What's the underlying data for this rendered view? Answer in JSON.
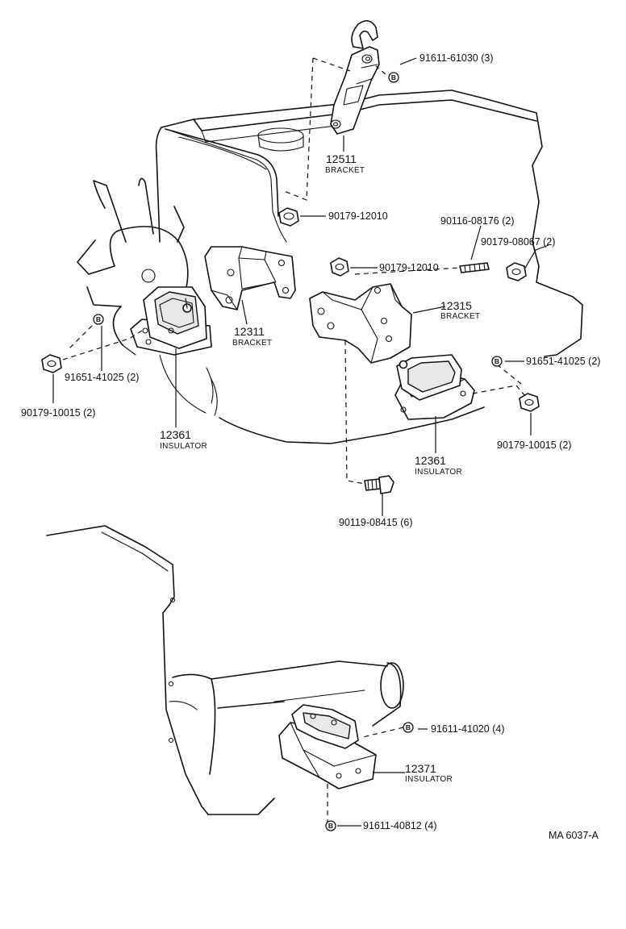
{
  "callouts": {
    "c1": "91611-61030 (3)",
    "c2_num": "12511",
    "c2_name": "BRACKET",
    "c3": "90179-12010",
    "c4": "90116-08176 (2)",
    "c5": "90179-08067 (2)",
    "c6": "90179-12010",
    "c7_num": "12311",
    "c7_name": "BRACKET",
    "c8_num": "12315",
    "c8_name": "BRACKET",
    "c9": "91651-41025 (2)",
    "c10": "90179-10015 (2)",
    "c11_num": "12361",
    "c11_name": "INSULATOR",
    "c12": "91651-41025 (2)",
    "c13": "90179-10015 (2)",
    "c14_num": "12361",
    "c14_name": "INSULATOR",
    "c15": "90119-08415 (6)",
    "c16": "91611-41020 (4)",
    "c17_num": "12371",
    "c17_name": "INSULATOR",
    "c18": "91611-40812 (4)"
  },
  "bolt_marker": "B",
  "figure_code": "MA 6037-A"
}
